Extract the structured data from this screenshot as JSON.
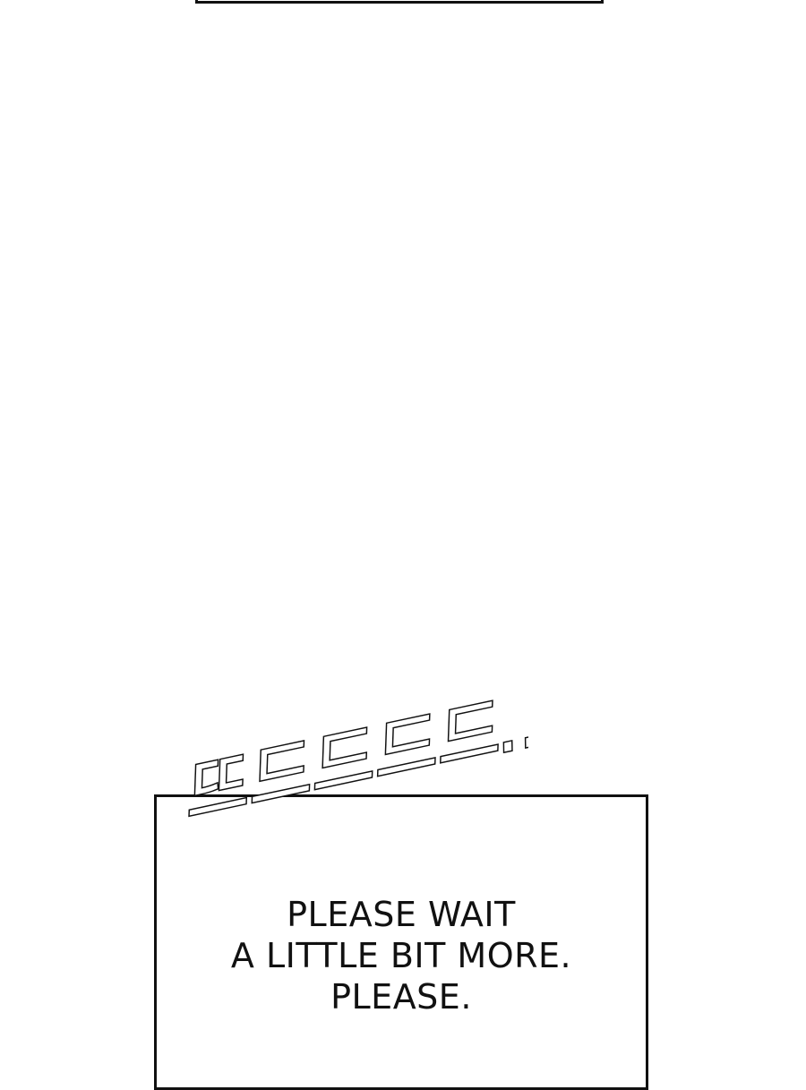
{
  "sound_effect": {
    "text": "뜨드드드드..",
    "stroke_color": "#111111",
    "fill_color": "#ffffff"
  },
  "caption": {
    "lines": [
      "PLEASE WAIT",
      "A LITTLE BIT MORE.",
      "PLEASE."
    ]
  },
  "colors": {
    "background": "#ffffff",
    "ink": "#111111"
  }
}
